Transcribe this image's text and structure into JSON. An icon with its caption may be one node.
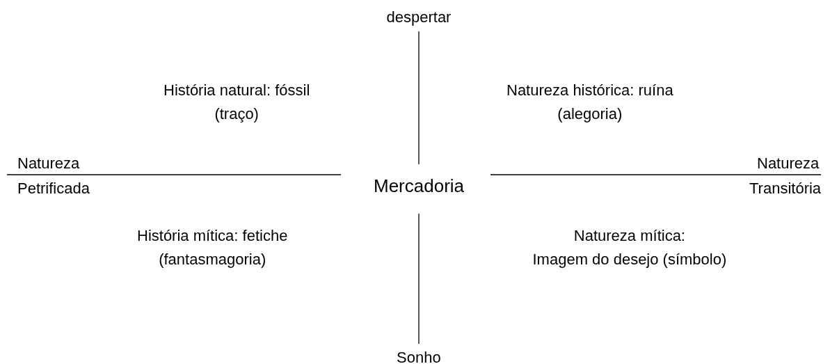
{
  "diagram": {
    "labels": [
      "despertar",
      "História natural: fóssil (traço)",
      "Natureza histórica: ruína (alegoria)",
      "Natureza",
      "Natureza",
      "Petrificada",
      "Mercadoria",
      "Transitória",
      "História mítica: fetiche (fantasmagoria)",
      "Natureza mítica: Imagem do desejo (símbolo)",
      "Sonho"
    ]
  }
}
